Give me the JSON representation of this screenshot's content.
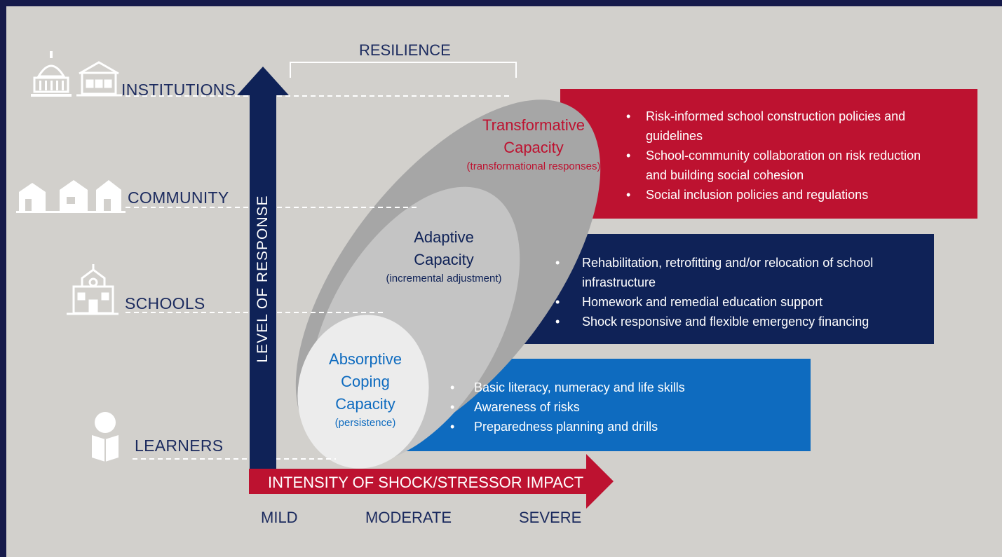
{
  "resilience_label": "RESILIENCE",
  "levels": {
    "institutions": "INSTITUTIONS",
    "community": "COMMUNITY",
    "schools": "SCHOOLS",
    "learners": "LEARNERS"
  },
  "vertical_axis_label": "LEVEL OF RESPONSE",
  "horizontal_axis_label": "INTENSITY OF SHOCK/STRESSOR IMPACT",
  "intensity_ticks": [
    "MILD",
    "MODERATE",
    "SEVERE"
  ],
  "capacities": {
    "transformative": {
      "line1": "Transformative",
      "line2": "Capacity",
      "sub": "(transformational responses)"
    },
    "adaptive": {
      "line1": "Adaptive",
      "line2": "Capacity",
      "sub": "(incremental adjustment)"
    },
    "absorptive": {
      "line1": "Absorptive",
      "line2": "Coping",
      "line3": "Capacity",
      "sub": "(persistence)"
    }
  },
  "boxes": {
    "transformative": {
      "color": "#bd1230",
      "items": [
        {
          "line1": "Risk-informed school construction policies and",
          "line2": "guidelines"
        },
        {
          "line1": "School-community collaboration on risk reduction",
          "line2": "and building social cohesion"
        },
        {
          "line1": "Social inclusion policies and regulations"
        }
      ]
    },
    "adaptive": {
      "color": "#0f2257",
      "items": [
        {
          "line1": "Rehabilitation, retrofitting and/or relocation of school",
          "line2": "infrastructure"
        },
        {
          "line1": "Homework and remedial education support"
        },
        {
          "line1": "Shock responsive and flexible emergency financing"
        }
      ]
    },
    "absorptive": {
      "color": "#0e6bbf",
      "items": [
        {
          "line1": "Basic literacy, numeracy and life skills"
        },
        {
          "line1": "Awareness of risks"
        },
        {
          "line1": "Preparedness planning and drills"
        }
      ]
    }
  },
  "bullet_char": "•",
  "colors": {
    "navy": "#0f2257",
    "red": "#bd1230",
    "blue": "#0e6bbf",
    "background": "#d2d0cc"
  }
}
